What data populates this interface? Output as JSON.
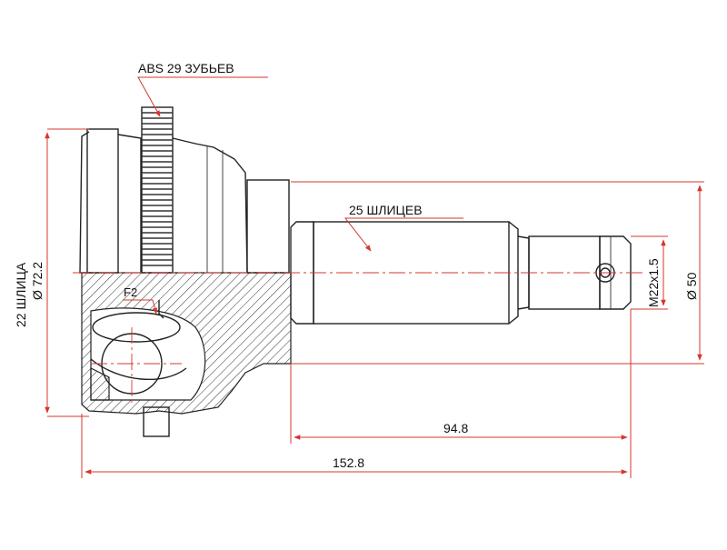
{
  "labels": {
    "abs": "ABS 29 ЗУБЬЕВ",
    "outer_splines": "25 ШЛИЦЕВ",
    "inner_splines": "22 ШЛИЦА",
    "diam_outer": "Ø 72.2",
    "diam_seal": "Ø 50",
    "thread": "M22x1.5",
    "dim_shaft": "94.8",
    "dim_total": "152.8",
    "f2": "F2"
  },
  "colors": {
    "dimension": "#d4372f",
    "outline": "#222222"
  }
}
